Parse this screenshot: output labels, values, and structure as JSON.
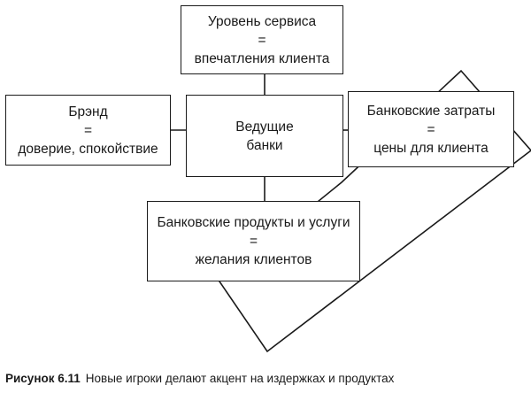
{
  "diagram": {
    "nodes": {
      "service": {
        "line1": "Уровень сервиса",
        "line2": "=",
        "line3": "впечатления клиента"
      },
      "brand": {
        "line1": "Брэнд",
        "line2": "=",
        "line3": "доверие, спокойствие"
      },
      "banks": {
        "line1": "Ведущие",
        "line2": "банки"
      },
      "costs": {
        "line1": "Банковские затраты",
        "line2": "=",
        "line3": "цены для клиента"
      },
      "products": {
        "line1": "Банковские продукты и услуги",
        "line2": "=",
        "line3": "желания клиентов"
      }
    }
  },
  "caption": {
    "label": "Рисунок 6.11",
    "text": "Новые игроки делают акцент на издержках и продуктах"
  },
  "colors": {
    "line": "#1a1a1a",
    "background": "#ffffff"
  }
}
